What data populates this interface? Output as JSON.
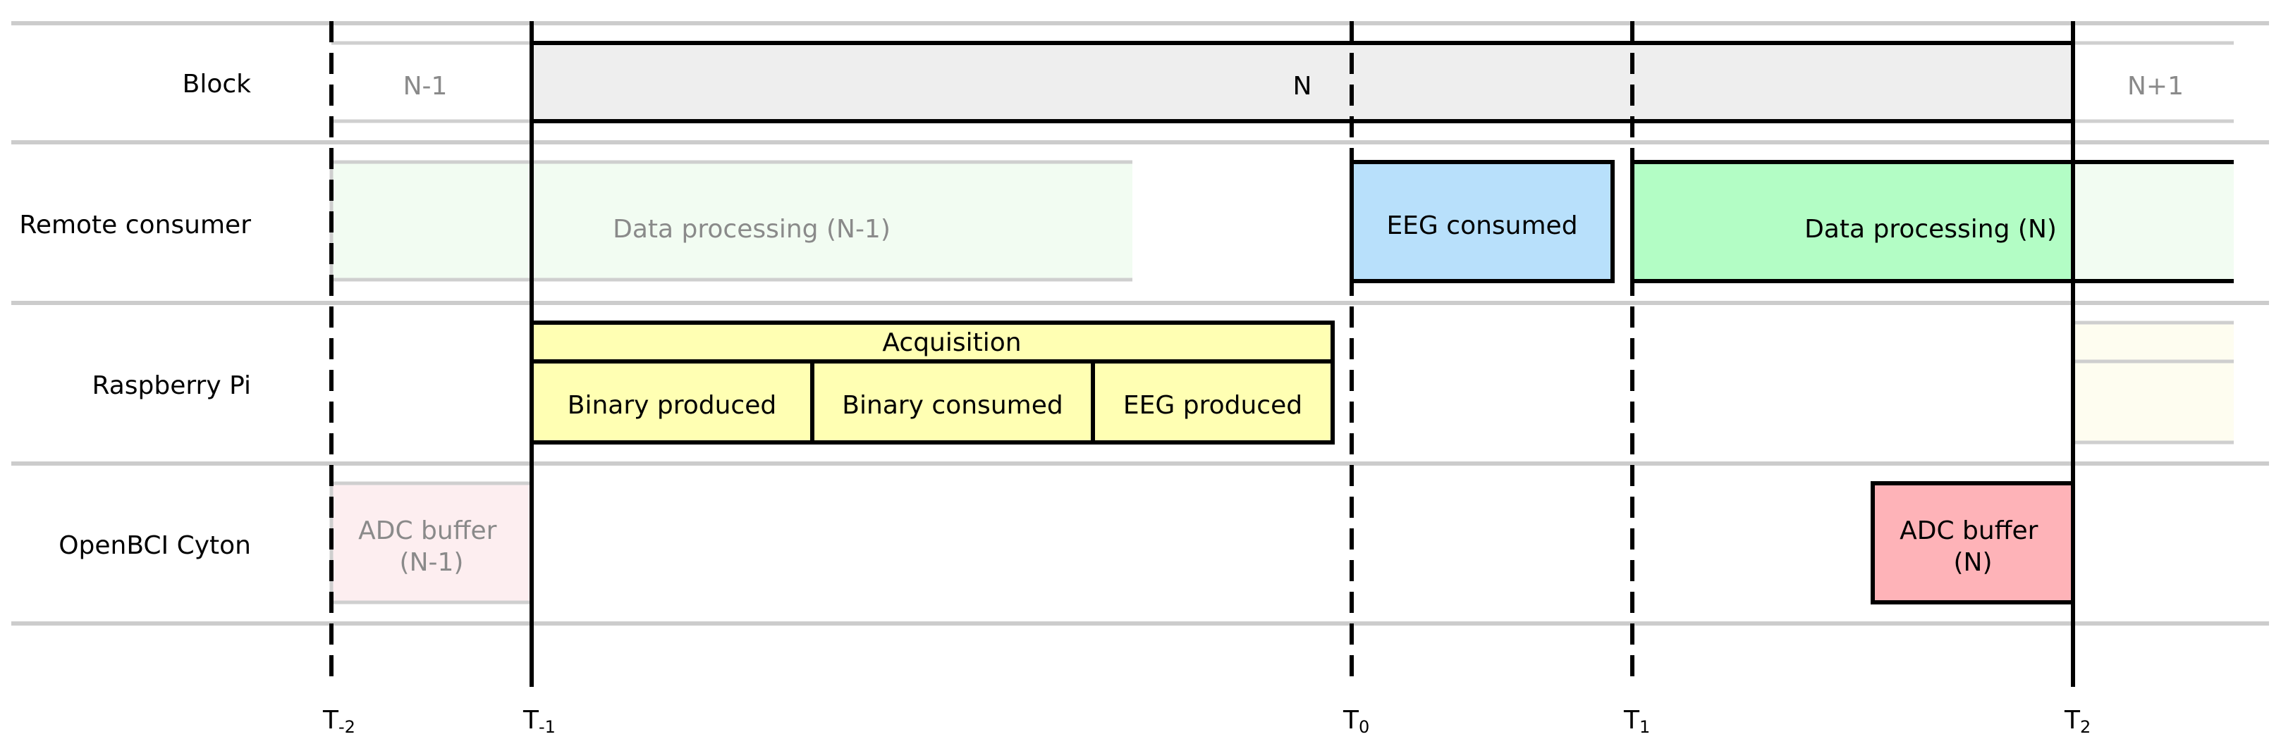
{
  "rows": [
    {
      "id": "block",
      "label": "Block"
    },
    {
      "id": "remote",
      "label": "Remote consumer"
    },
    {
      "id": "pi",
      "label": "Raspberry Pi"
    },
    {
      "id": "cyton",
      "label": "OpenBCI Cyton"
    }
  ],
  "timestamps": [
    {
      "id": "t-2",
      "base": "T",
      "sub": "-2",
      "style": "dashed"
    },
    {
      "id": "t-1",
      "base": "T",
      "sub": "-1",
      "style": "solid"
    },
    {
      "id": "t0",
      "base": "T",
      "sub": "0",
      "style": "dashed"
    },
    {
      "id": "t1",
      "base": "T",
      "sub": "1",
      "style": "dashed"
    },
    {
      "id": "t2",
      "base": "T",
      "sub": "2",
      "style": "solid"
    }
  ],
  "block": {
    "previous": "N-1",
    "current": "N",
    "next": "N+1"
  },
  "remote": {
    "previous_processing": "Data processing (N-1)",
    "eeg_consumed": "EEG consumed",
    "current_processing": "Data processing (N)"
  },
  "pi": {
    "acquisition": "Acquisition",
    "binary_produced": "Binary produced",
    "binary_consumed": "Binary consumed",
    "eeg_produced": "EEG produced"
  },
  "cyton": {
    "previous_buffer": [
      "ADC buffer",
      "(N-1)"
    ],
    "current_buffer": [
      "ADC buffer",
      "(N)"
    ]
  },
  "colors": {
    "block_fill": "#eeeeee",
    "remote_previous_fill": "#f2fcf2",
    "eeg_consumed_fill": "#b8e0fb",
    "remote_current_fill": "#b3fdc5",
    "pi_fill": "#ffffb3",
    "pi_faded_fill": "#fefdf0",
    "cyton_previous_fill": "#fdeef0",
    "cyton_current_fill": "#feb3b8",
    "line": "#000000",
    "faded_line": "#cfcfcf",
    "faded_text": "#8a8a8a",
    "grid": "#cccccc"
  }
}
